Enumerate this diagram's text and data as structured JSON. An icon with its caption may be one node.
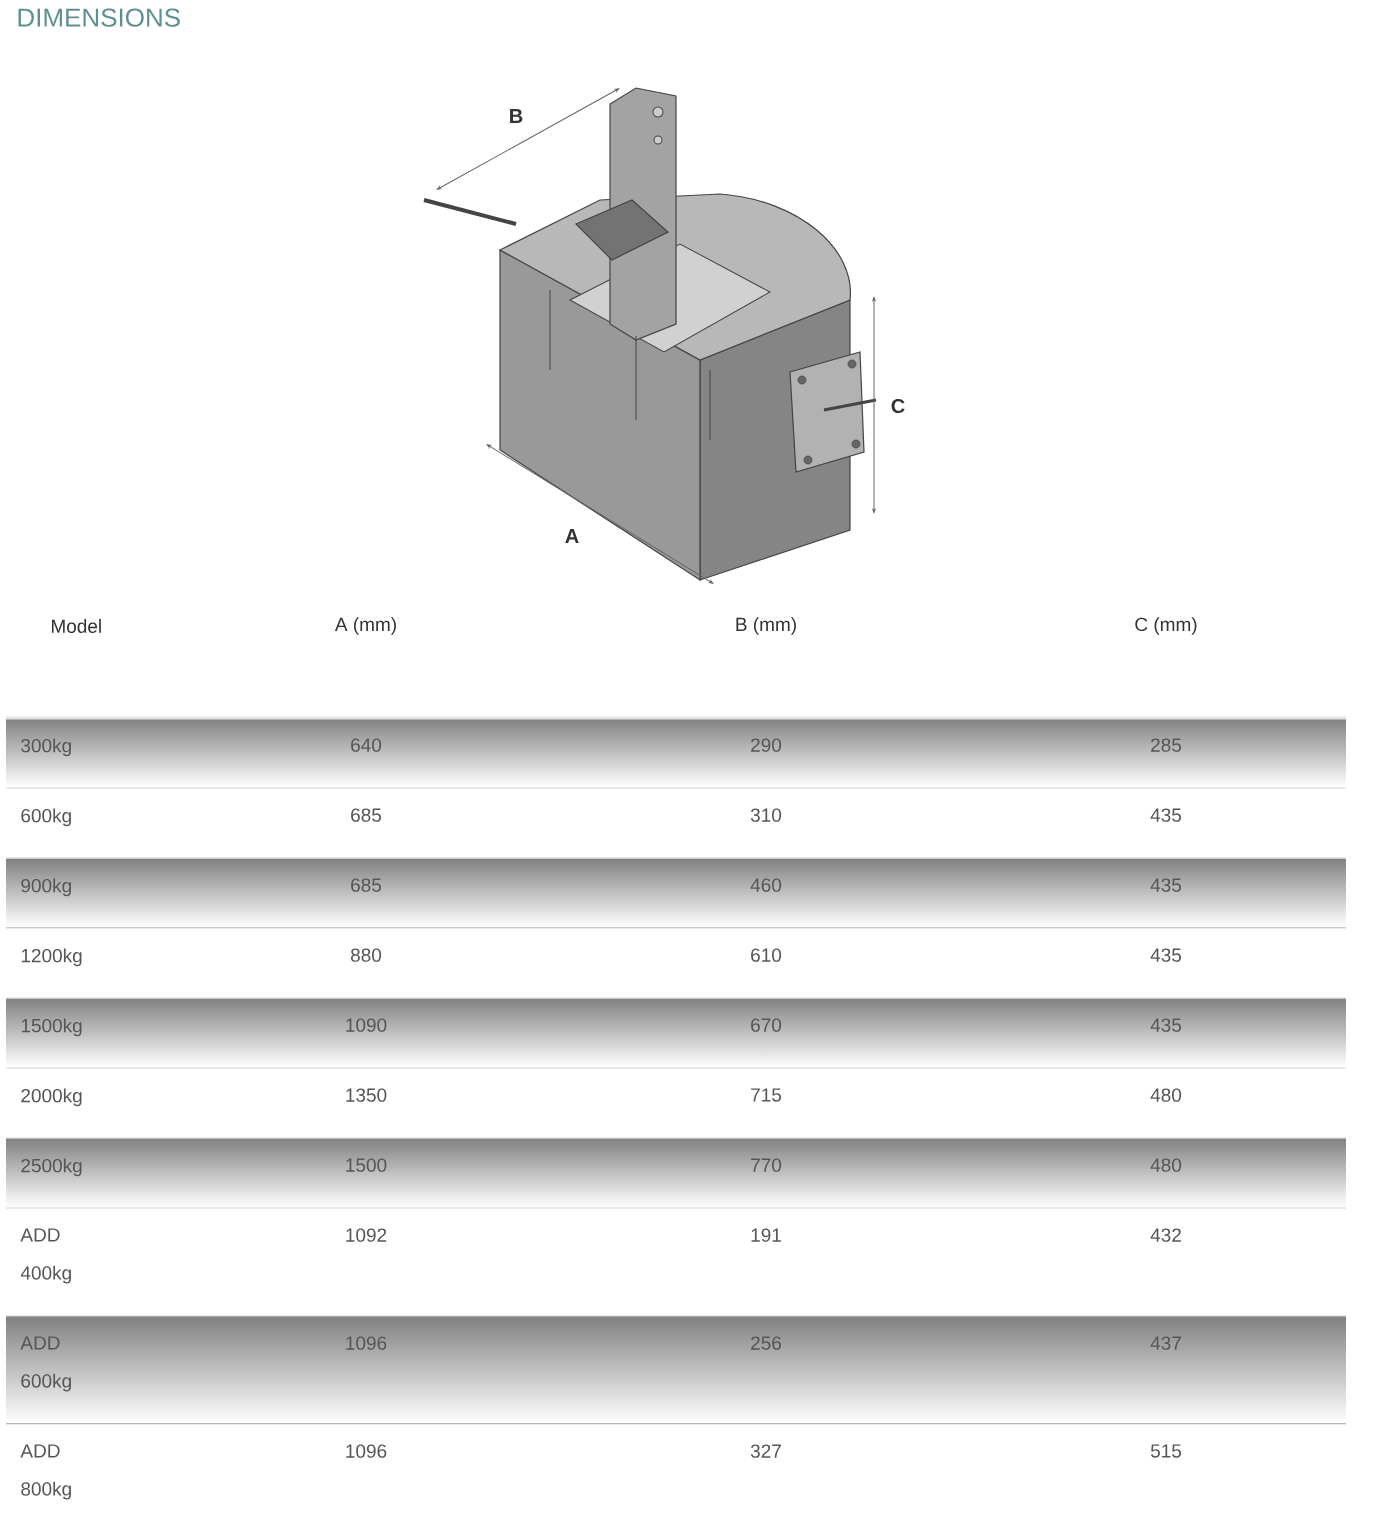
{
  "diagram": {
    "title": "DIMENSIONS",
    "labels": [
      "B",
      "C",
      "A",
      "Model",
      "A (mm)",
      "B (mm)",
      "C (mm)",
      "300kg",
      "640",
      "290",
      "285",
      "600kg",
      "685",
      "310",
      "435",
      "900kg",
      "685",
      "460",
      "435",
      "1200kg",
      "880",
      "610",
      "435",
      "1500kg",
      "1090",
      "670",
      "435",
      "2000kg",
      "1350",
      "715",
      "480",
      "2500kg",
      "1500",
      "770",
      "480",
      "ADD 400kg",
      "1092",
      "191",
      "432",
      "ADD 600kg",
      "1096",
      "256",
      "437",
      "ADD 800kg",
      "1096",
      "327",
      "515"
    ]
  }
}
